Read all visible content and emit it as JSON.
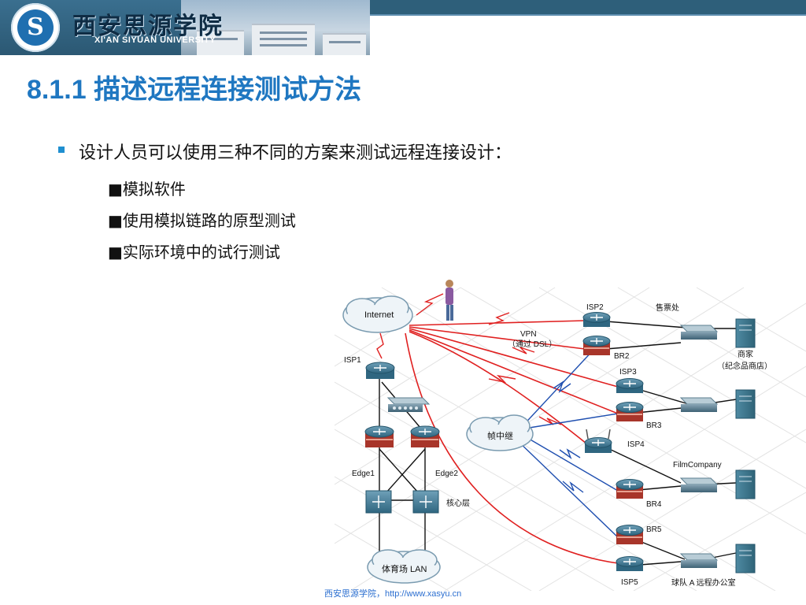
{
  "header": {
    "school_cn": "西安思源学院",
    "school_en": "XI'AN SIYUAN UNIVERSITY"
  },
  "slide": {
    "title": "8.1.1 描述远程连接测试方法",
    "lead": "设计人员可以使用三种不同的方案来测试远程连接设计：",
    "items": [
      "■模拟软件",
      "■使用模拟链路的原型测试",
      "■实际环境中的试行测试"
    ]
  },
  "diagram": {
    "internet": "Internet",
    "frame_relay": "帧中继",
    "lan": "体育场 LAN",
    "vpn": "VPN",
    "vpn_sub": "（通过 DSL）",
    "isp1": "ISP1",
    "isp2": "ISP2",
    "isp3": "ISP3",
    "isp4": "ISP4",
    "isp5": "ISP5",
    "br2": "BR2",
    "br3": "BR3",
    "br4": "BR4",
    "br5": "BR5",
    "edge1": "Edge1",
    "edge2": "Edge2",
    "core": "核心层",
    "ticket": "售票处",
    "merchant": "商家",
    "merchant_sub": "（纪念品商店）",
    "film": "FilmCompany",
    "team": "球队 A 远程办公室"
  },
  "footer": "西安思源学院，http://www.xasyu.cn",
  "colors": {
    "title": "#1f77c1",
    "wan_red": "#e02020",
    "wan_blue": "#1f4fb0"
  }
}
